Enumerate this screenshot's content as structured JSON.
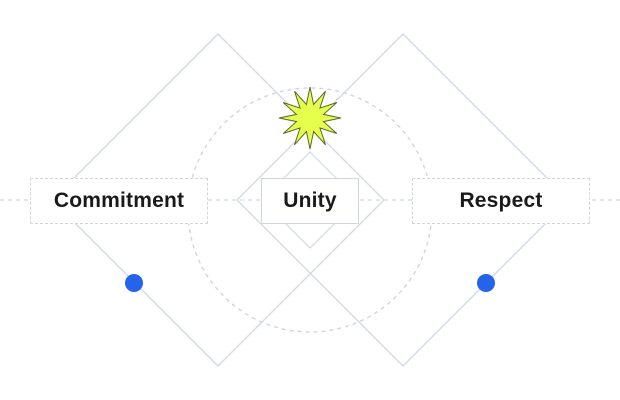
{
  "labels": {
    "left": "Commitment",
    "center": "Unity",
    "right": "Respect"
  },
  "icons": {
    "star": "starburst-icon",
    "left_dot": "dot-icon",
    "right_dot": "dot-icon"
  },
  "colors": {
    "line": "#d3dae2",
    "dashed_line": "#cfd6de",
    "starburst_fill": "#e6ff4d",
    "starburst_stroke": "#5a6b2a",
    "dot": "#2563eb",
    "text": "#1a1a1a"
  }
}
